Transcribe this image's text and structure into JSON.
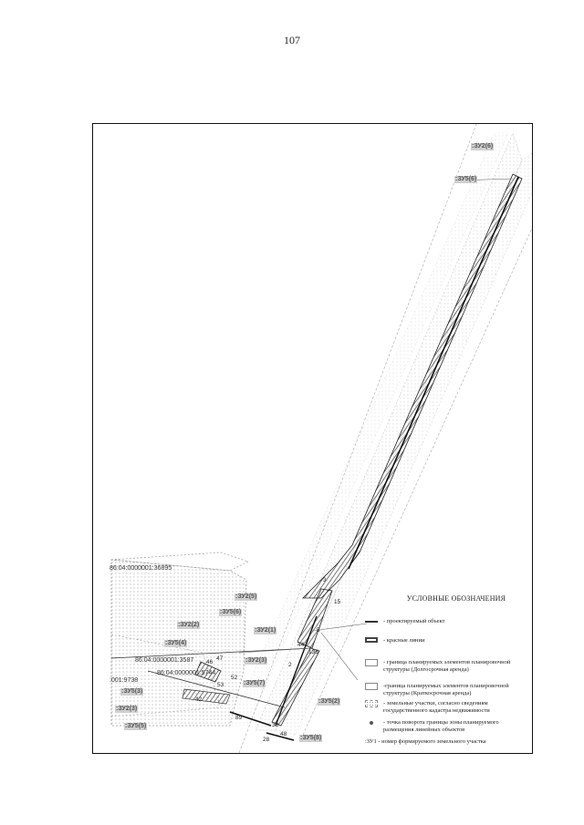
{
  "page_number": "107",
  "cadastral": {
    "c1": "86:04:0000001:36895",
    "c2": "86:04:0000001:3587",
    "c3": "86:04:0000001:5744",
    "c4": ":001:9738"
  },
  "zone_labels": {
    "zu2_6": ":ЗУ2(6)",
    "zu5_6_top": ":ЗУ5(6)",
    "zu2_5": ":ЗУ2(5)",
    "zu5_6": ":ЗУ5(6)",
    "zu2_2": ":ЗУ2(2)",
    "zu5_4": ":ЗУ5(4)",
    "zu2_1": ":ЗУ2(1)",
    "zu2_3": ":ЗУ2(3)",
    "zu5_7": ":ЗУ5(7)",
    "zu5_3": ":ЗУ5(3)",
    "zu2_3b": ":ЗУ2(3)",
    "zu5_5": ":ЗУ5(5)",
    "zu5_2": ":ЗУ5(2)",
    "zu5_8": ":ЗУ5(8)"
  },
  "point_numbers": [
    "3",
    "15",
    "5",
    "44",
    "136",
    "2",
    "47",
    "46",
    "52",
    "53",
    "42",
    "89",
    "38",
    "48",
    "28"
  ],
  "legend": {
    "title": "УСЛОВНЫЕ ОБОЗНАЧЕНИЯ",
    "items": [
      {
        "type": "line",
        "text": "- проектируемый объект"
      },
      {
        "type": "red",
        "text": "- красные линии"
      },
      {
        "type": "box",
        "text": "- граница планируемых элементов планировочной структуры (Долгосрочная аренда)"
      },
      {
        "type": "box",
        "text": "-граница планируемых элементов планировочной структуры (Краткосрочная аренда)"
      },
      {
        "type": "dotted",
        "text": "- земельные участки, согласно сведениям государственного кадастра недвижимости"
      },
      {
        "type": "dot",
        "text": "- точка поворота границы зоны планируемого размещения линейных объектов"
      },
      {
        "type": "none",
        "text": ":ЗУ1 - номер формируемого земельного участка"
      }
    ]
  }
}
